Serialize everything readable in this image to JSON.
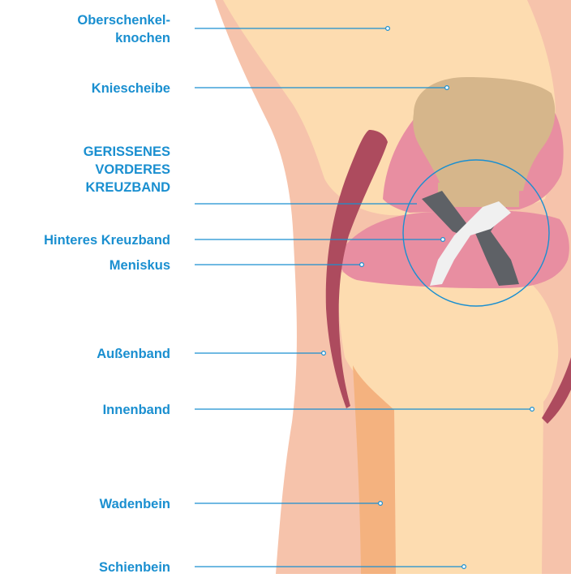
{
  "labels": {
    "femur": [
      "Oberschenkel-",
      "knochen"
    ],
    "patella": [
      "Kniescheibe"
    ],
    "acl": [
      "GERISSENES",
      "VORDERES",
      "KREUZBAND"
    ],
    "pcl": [
      "Hinteres Kreuzband"
    ],
    "meniscus": [
      "Meniskus"
    ],
    "lcl": [
      "Außenband"
    ],
    "mcl": [
      "Innenband"
    ],
    "fibula": [
      "Wadenbein"
    ],
    "tibia": [
      "Schienbein"
    ]
  },
  "colors": {
    "label_text": "#1a8fd0",
    "leader_line": "#1a8fd0",
    "skin_outer": "#f6c3ab",
    "bone": "#fddcb0",
    "patella": "#d6b68b",
    "cartilage_pink": "#e88ea1",
    "ligament_dark": "#ad4b5e",
    "acl_grey": "#5e6166",
    "pcl_light": "#f0f0f0",
    "fibula": "#f4b27f"
  }
}
